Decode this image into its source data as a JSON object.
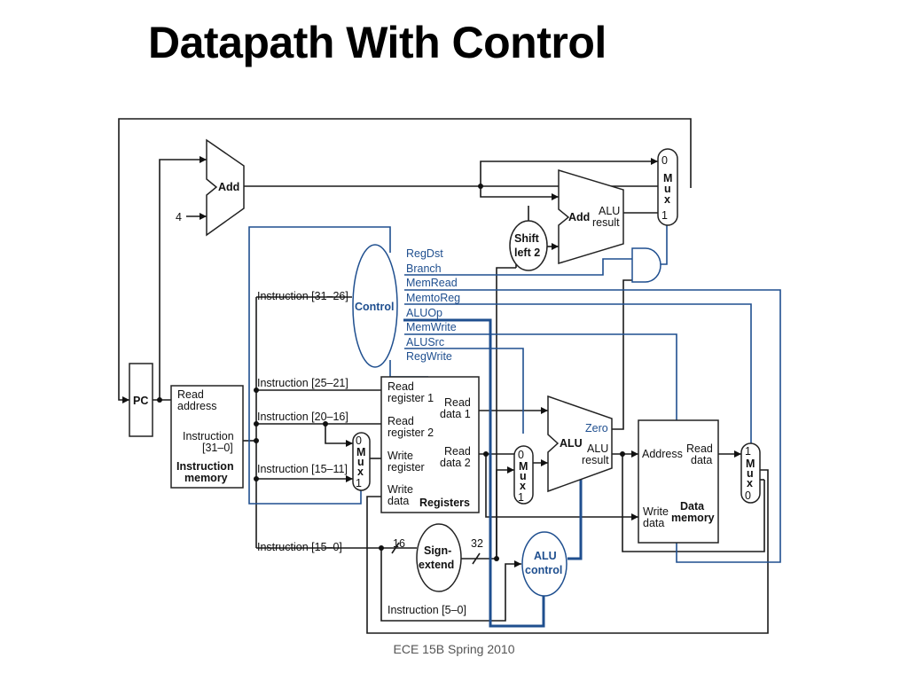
{
  "title": "Datapath With Control",
  "footer": "ECE 15B Spring 2010",
  "diagram": {
    "pc": "PC",
    "imem": {
      "read": "Read",
      "address": "address",
      "instr1": "Instruction",
      "instr2": "[31–0]",
      "name1": "Instruction",
      "name2": "memory"
    },
    "add_pc": {
      "label": "Add",
      "const": "4"
    },
    "add_branch": {
      "label": "Add",
      "alu": "ALU",
      "result": "result"
    },
    "shift": {
      "l1": "Shift",
      "l2": "left 2"
    },
    "control": {
      "label": "Control",
      "signals": [
        "RegDst",
        "Branch",
        "MemRead",
        "MemtoReg",
        "ALUOp",
        "MemWrite",
        "ALUSrc",
        "RegWrite"
      ]
    },
    "instr_fields": [
      "Instruction [31–26]",
      "Instruction [25–21]",
      "Instruction [20–16]",
      "Instruction [15–11]",
      "Instruction [15–0]",
      "Instruction [5–0]"
    ],
    "registers": {
      "rr1a": "Read",
      "rr1b": "register 1",
      "rr2a": "Read",
      "rr2b": "register 2",
      "wra": "Write",
      "wrb": "register",
      "wda": "Write",
      "wdb": "data",
      "rd1a": "Read",
      "rd1b": "data 1",
      "rd2a": "Read",
      "rd2b": "data 2",
      "name": "Registers"
    },
    "sign_extend": {
      "l1": "Sign-",
      "l2": "extend",
      "in": "16",
      "out": "32"
    },
    "alu": {
      "label": "ALU",
      "zero": "Zero",
      "alu": "ALU",
      "result": "result"
    },
    "alu_control": {
      "l1": "ALU",
      "l2": "control"
    },
    "dmem": {
      "address": "Address",
      "rda": "Read",
      "rdb": "data",
      "wda": "Write",
      "wdb": "data",
      "na": "Data",
      "nb": "memory"
    },
    "mux": {
      "zero": "0",
      "one": "1",
      "m": "M",
      "u": "u",
      "x": "x"
    }
  }
}
